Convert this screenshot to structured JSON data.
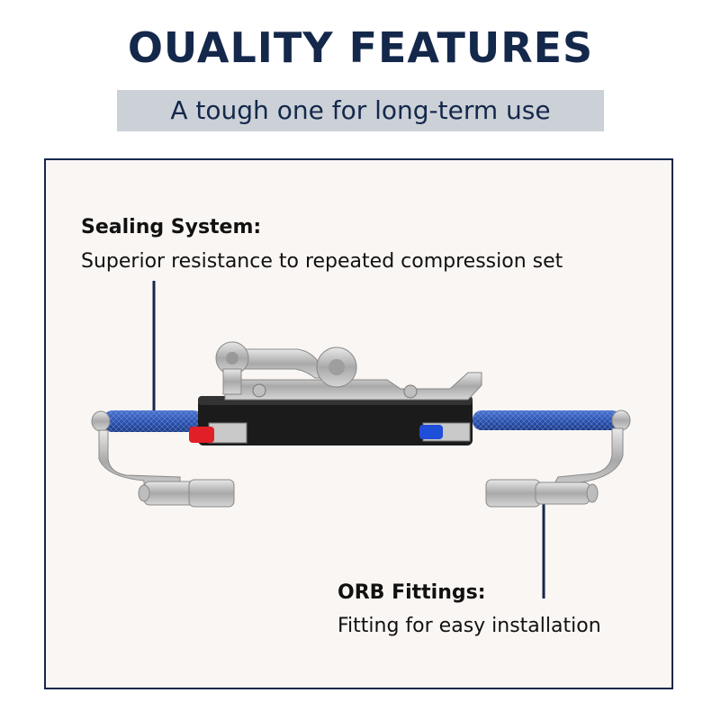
{
  "header": {
    "title": "OUALITY FEATURES",
    "subtitle": "A tough one for long-term use"
  },
  "callouts": {
    "sealing": {
      "heading": "Sealing System:",
      "text": "Superior resistance to repeated compression set"
    },
    "orb": {
      "heading": "ORB Fittings:",
      "text": "Fitting for easy installation"
    }
  },
  "colors": {
    "navy": "#14284b",
    "hose_blue": "#2a52b0",
    "panel_bg": "#faf6f4",
    "band_gray": "#ccd1d8"
  }
}
